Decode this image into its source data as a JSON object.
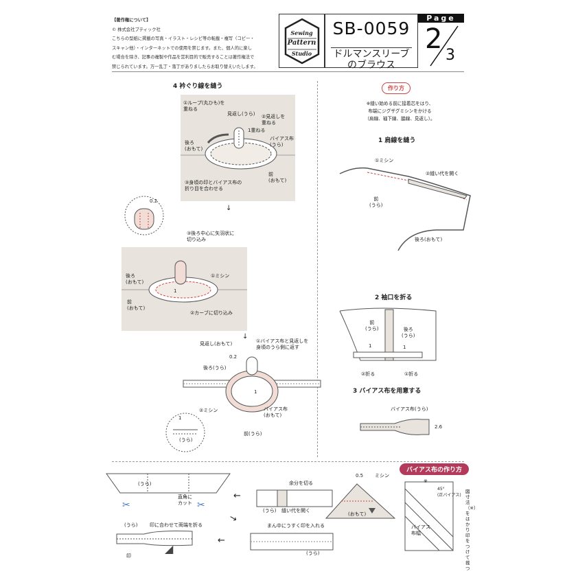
{
  "copyright": {
    "title": "【著作権について】",
    "lines": [
      "© 株式会社ブティック社",
      "こちらの型紙に掲載の写真・イラスト・レシピ等の転載・複写（コピー・",
      "スキャン他）・インターネットでの使用を禁じます。また、個人的に楽し",
      "む場合を除き、記事の複製や作品を営利目的で販売することは著作権法で",
      "禁じられています。万一乱丁・落丁がありましたらお取り替えいたします。"
    ]
  },
  "logo": {
    "line1": "Sewing",
    "line2": "Pattern",
    "line3": "Studio"
  },
  "header": {
    "code": "SB-0059",
    "title_line1": "ドルマンスリーブ",
    "title_line2": "のブラウス",
    "page_label": "Page",
    "page_num": "2",
    "page_total": "3"
  },
  "step4": {
    "heading": "4 衿ぐり線を縫う",
    "panel1": {
      "loop": "①ループ(丸ひも)を\n重ねる",
      "mikaeshi": "見返し(うら)",
      "mikaeshi2": "②見返しを\n重ねる",
      "one_layer": "1重ねる",
      "back": "後ろ\n(おもて)",
      "bias": "バイアス布\n(うら)",
      "match": "③身頃の印とバイアス布の\n折り目を合わせる",
      "front": "前\n(おもて)"
    },
    "zoom_value": "0.2",
    "panel2": {
      "clip": "③後ろ中心に矢羽状に\n切り込み",
      "back": "後ろ\n(おもて)",
      "sew": "①ミシン",
      "one": "1",
      "front": "前\n(おもて)",
      "curve": "②カーブに切り込み"
    },
    "panel3": {
      "mikaeshi": "見返し(おもて)",
      "fold_back": "①バイアス布と見返しを\n身頃のうら側に返す",
      "value": "0.2",
      "back": "後ろ(うら)",
      "one": "1",
      "sew": "②ミシン",
      "bias": "バイアス布\n(おもて)",
      "front": "前(うら)",
      "detail_value": "1",
      "detail_side": "(うら)"
    }
  },
  "howto": {
    "badge": "作り方",
    "note": "※縫い始める前に接着芯をはり、\n布端にジグザグミシンをかける\n（肩線、袖下線、脇線、見返し）。"
  },
  "step1": {
    "heading": "1 肩線を縫う",
    "sew": "①ミシン",
    "open": "②縫い代を開く",
    "front": "前\n(うら)",
    "back": "後ろ(おもて)"
  },
  "step2": {
    "heading": "2 袖口を折る",
    "front": "前\n(うら)",
    "back": "後ろ\n(うら)",
    "one_a": "1",
    "one_b": "1",
    "fold2": "②折る",
    "fold1": "①折る"
  },
  "step3": {
    "heading": "3 バイアス布を用意する",
    "bias": "バイアス布(うら)",
    "value": "2.6"
  },
  "bias_howto": {
    "badge": "バイアス布の作り方",
    "seam": "0.5",
    "sew": "ミシン",
    "front": "(おもて)",
    "cut_excess": "余分を切る",
    "open_seam": "縫い代を開く",
    "ura1": "(うら)",
    "ura2": "(うら)",
    "right_angle": "直角に\nカット",
    "mark_center": "まん中にうすく印を入れる",
    "ura3": "(うら)",
    "ura4": "(うら)",
    "fold_edges": "印に合わせて両端を折る",
    "mark": "印",
    "angle": "45°\n(正バイアス)",
    "bias_word": "バイアス\n布幅",
    "measure": "図寸法（※）をはかり\n印をつけて裁つ",
    "asterisk": "※"
  }
}
